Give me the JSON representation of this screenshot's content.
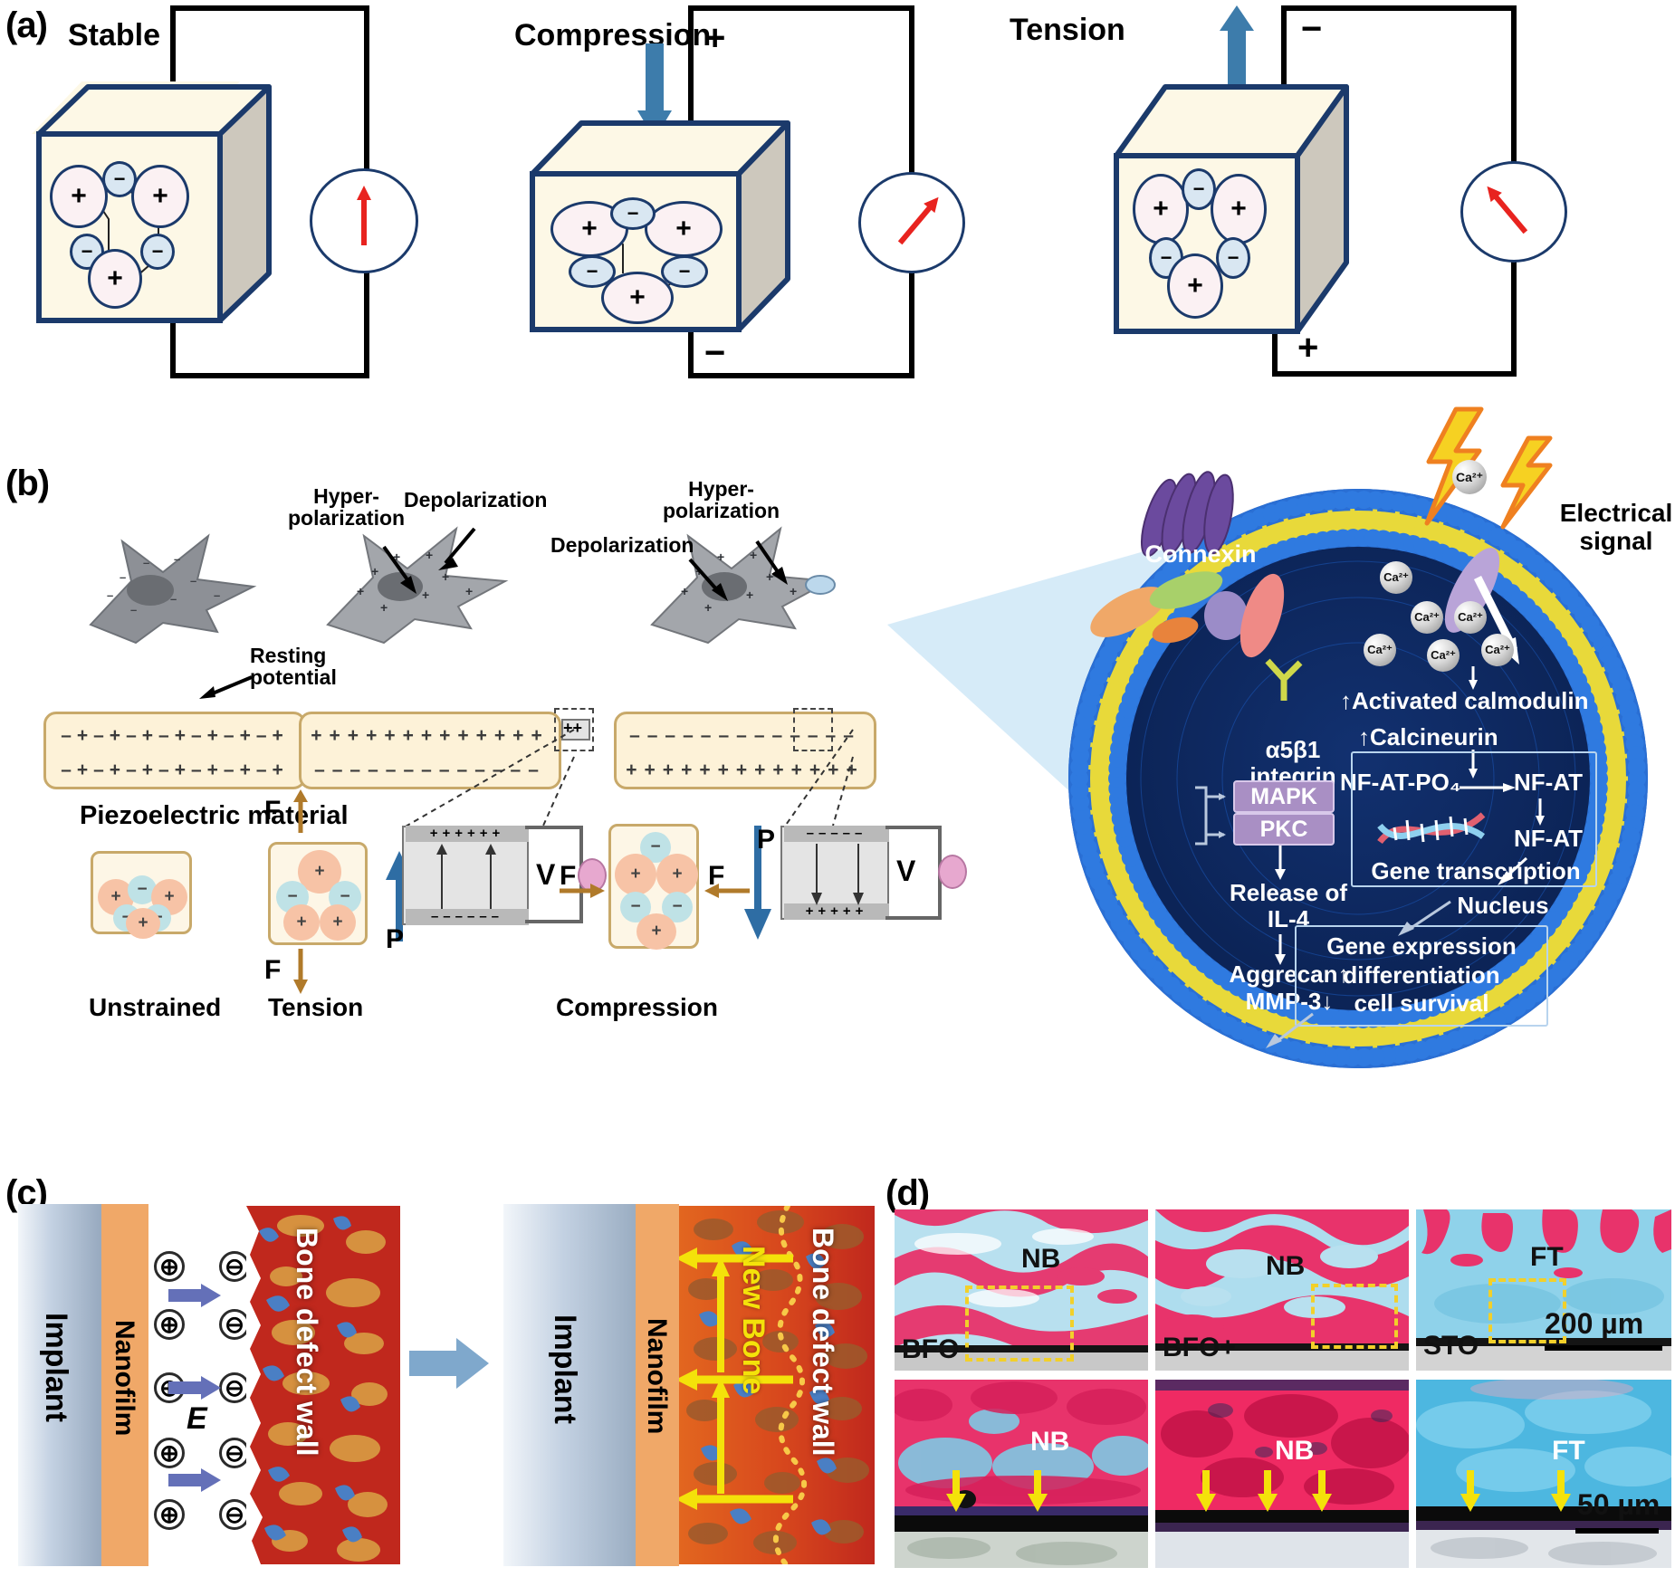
{
  "figure": {
    "panel_labels": {
      "a": "(a)",
      "b": "(b)",
      "c": "(c)",
      "d": "(d)"
    }
  },
  "panel_a": {
    "states": [
      {
        "title": "Stable",
        "polarity_top": "",
        "polarity_bottom": "",
        "needle_angle_deg": 0,
        "load_arrow": "none"
      },
      {
        "title": "Compression",
        "polarity_top": "+",
        "polarity_bottom": "−",
        "needle_angle_deg": 40,
        "load_arrow": "down"
      },
      {
        "title": "Tension",
        "polarity_top": "−",
        "polarity_bottom": "+",
        "needle_angle_deg": -40,
        "load_arrow": "up"
      }
    ],
    "ion_positive": "+",
    "ion_negative": "−"
  },
  "panel_b": {
    "callouts": {
      "resting_potential": "Resting\npotential",
      "hyperpolarization": "Hyper-\npolarization",
      "depolarization": "Depolarization"
    },
    "material_label": "Piezoelectric material",
    "state_labels": [
      "Unstrained",
      "Tension",
      "Compression"
    ],
    "force_label": "F",
    "polarization_label": "P",
    "voltmeter_label": "V",
    "charge_positive": "+",
    "charge_negative": "−",
    "cell": {
      "electrical_signal": "Electrical\nsignal",
      "connexin": "Connexin",
      "calcium_ion": "Ca²⁺",
      "integrin": "α5β1\nintegrin",
      "kinases": [
        "MAPK",
        "PKC"
      ],
      "release": "Release of\nIL-4",
      "aggrecan": "Aggrecan↑",
      "mmp3": "MMP-3↓",
      "calmodulin": "↑Activated calmodulin",
      "calcineurin": "↑Calcineurin",
      "nfat_po4": "NF-AT-PO₄",
      "nfat": "NF-AT",
      "nfat_nuclear": "NF-AT",
      "gene_transcription": "Gene transcription",
      "nucleus": "Nucleus",
      "outcome": "Gene expression\ndifferentiation\ncell survival"
    }
  },
  "panel_c": {
    "left": {
      "implant": "Implant",
      "nanofilm": "Nanofilm",
      "wall": "Bone defect wall",
      "field_symbol": "E",
      "positive": "⊕",
      "negative": "⊖"
    },
    "right": {
      "implant": "Implant",
      "nanofilm": "Nanofilm",
      "wall": "Bone defect wall",
      "new_bone": "New  Bone"
    }
  },
  "panel_d": {
    "top_row": [
      {
        "group": "BFO−",
        "tissue": "NB"
      },
      {
        "group": "BFO+",
        "tissue": "NB"
      },
      {
        "group": "STO",
        "tissue": "FT"
      }
    ],
    "bottom_row": [
      {
        "tissue": "NB",
        "arrows": 2
      },
      {
        "tissue": "NB",
        "arrows": 3
      },
      {
        "tissue": "FT",
        "arrows": 2
      }
    ],
    "scale_top": "200 µm",
    "scale_bottom": "50 µm"
  },
  "colors": {
    "cube_edge": "#1b3a6b",
    "cube_face": "#fdf8e6",
    "cube_side": "#cdc8bd",
    "needle_red": "#e8231f",
    "force_blue": "#3d7cab",
    "piezo_fill": "#fdf2d8",
    "piezo_edge": "#c8a96a",
    "membrane_blue": "#1f5fbf",
    "lipid_yellow": "#e8d93a",
    "nanofilm_orange": "#f0a868",
    "implant_grey": "#b9c6d8",
    "bone_red": "#c0281d",
    "new_bone_orange": "#e2661f",
    "yellow_arrow": "#f4e20a",
    "histology_pink": "#e8336b",
    "histology_blue": "#6fc4e8"
  }
}
